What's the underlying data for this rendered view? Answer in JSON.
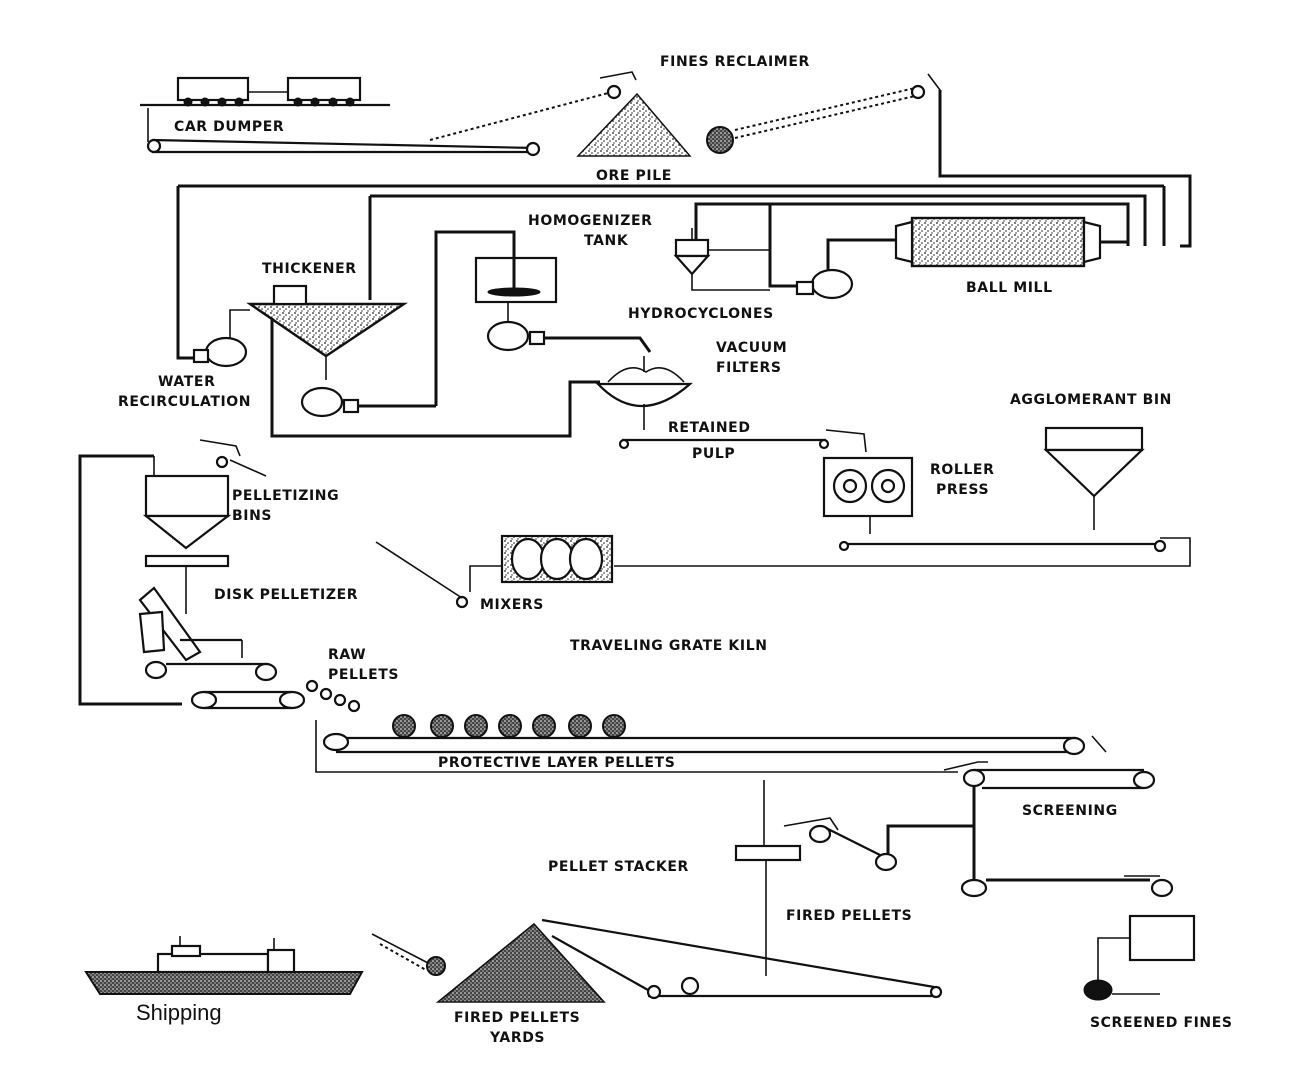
{
  "labels": {
    "fines_reclaimer": "FINES RECLAIMER",
    "car_dumper": "CAR DUMPER",
    "ore_pile": "ORE PILE",
    "homogenizer_tank_1": "HOMOGENIZER",
    "homogenizer_tank_2": "TANK",
    "thickener": "THICKENER",
    "hydrocyclones": "HYDROCYCLONES",
    "ball_mill": "BALL MILL",
    "water_recirculation_1": "WATER",
    "water_recirculation_2": "RECIRCULATION",
    "vacuum_filters_1": "VACUUM",
    "vacuum_filters_2": "FILTERS",
    "agglomerant_bin": "AGGLOMERANT BIN",
    "retained": "RETAINED",
    "pulp": "PULP",
    "roller_press_1": "ROLLER",
    "roller_press_2": "PRESS",
    "pelletizing_bins_1": "PELLETIZING",
    "pelletizing_bins_2": "BINS",
    "disk_pelletizer": "DISK PELLETIZER",
    "mixers": "MIXERS",
    "traveling_grate_kiln": "TRAVELING GRATE KILN",
    "raw_pellets_1": "RAW",
    "raw_pellets_2": "PELLETS",
    "protective_layer_pellets": "PROTECTIVE LAYER PELLETS",
    "screening": "SCREENING",
    "pellet_stacker": "PELLET STACKER",
    "fired_pellets": "FIRED PELLETS",
    "shipping": "Shipping",
    "fired_pellets_yards_1": "FIRED PELLETS",
    "fired_pellets_yards_2": "YARDS",
    "screened_fines": "SCREENED FINES"
  }
}
